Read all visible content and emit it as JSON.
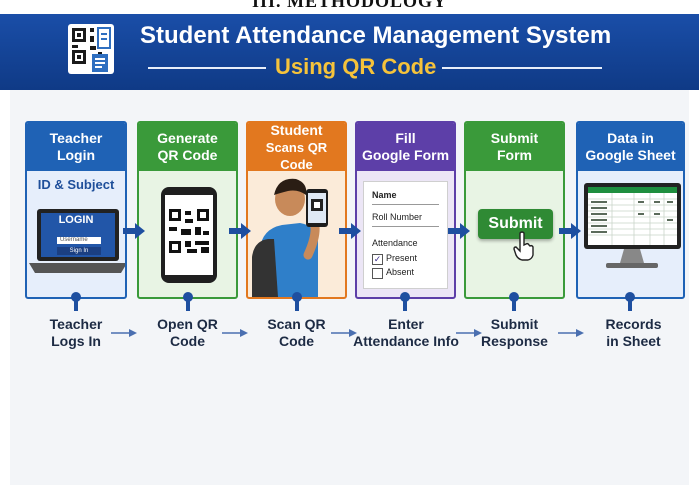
{
  "heading": "III. METHODOLOGY",
  "banner": {
    "title": "Student Attendance Management System",
    "subtitle": "Using QR Code"
  },
  "steps": [
    {
      "header": [
        "Teacher",
        "Login"
      ],
      "color": "#1f62b5",
      "caption": [
        "Teacher",
        "Logs In"
      ],
      "content": {
        "subject_label": "ID & Subject",
        "login_title": "LOGIN",
        "username": "Username",
        "signin": "Sign In"
      }
    },
    {
      "header": [
        "Generate",
        "QR Code"
      ],
      "color": "#3a9a3a",
      "caption": [
        "Open QR",
        "Code"
      ]
    },
    {
      "header": [
        "Student",
        "Scans QR Code"
      ],
      "color": "#e2781f",
      "caption": [
        "Scan QR",
        "Code"
      ]
    },
    {
      "header": [
        "Fill",
        "Google Form"
      ],
      "color": "#5d3fa8",
      "caption": [
        "Enter",
        "Attendance Info"
      ],
      "content": {
        "name": "Name",
        "roll": "Roll Number",
        "attendance": "Attendance",
        "present": "Present",
        "absent": "Absent"
      }
    },
    {
      "header": [
        "Submit",
        "Form"
      ],
      "color": "#3a9a3a",
      "caption": [
        "Submit",
        "Response"
      ],
      "content": {
        "button": "Submit"
      }
    },
    {
      "header": [
        "Data in",
        "Google Sheet"
      ],
      "color": "#1f62b5",
      "caption": [
        "Records",
        "in Sheet"
      ]
    }
  ],
  "colors": {
    "banner": "#0f3a86",
    "accent": "#f5c33b",
    "arrow": "#1e4fa0"
  },
  "icons": [
    "qr-code-icon",
    "laptop-icon",
    "phone-qr-icon",
    "student-icon",
    "form-icon",
    "hand-pointer-icon",
    "monitor-sheet-icon",
    "arrow-right-icon"
  ]
}
